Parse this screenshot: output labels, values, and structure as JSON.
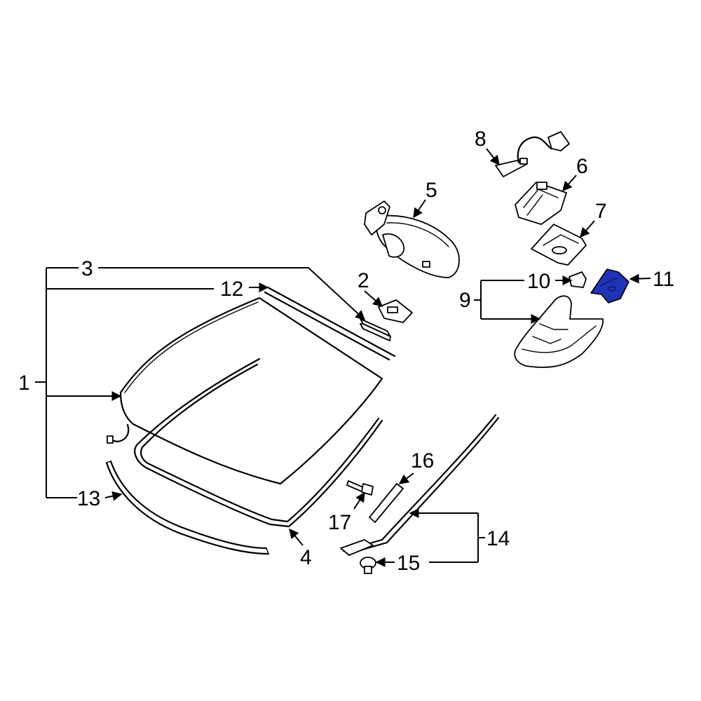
{
  "diagram": {
    "callouts": {
      "c1": "1",
      "c2": "2",
      "c3": "3",
      "c4": "4",
      "c5": "5",
      "c6": "6",
      "c7": "7",
      "c8": "8",
      "c9": "9",
      "c10": "10",
      "c11": "11",
      "c12": "12",
      "c13": "13",
      "c14": "14",
      "c15": "15",
      "c16": "16",
      "c17": "17"
    },
    "colors": {
      "line": "#000000",
      "background": "#ffffff",
      "highlight": "#1f33b5"
    },
    "highlighted_part": "11"
  }
}
